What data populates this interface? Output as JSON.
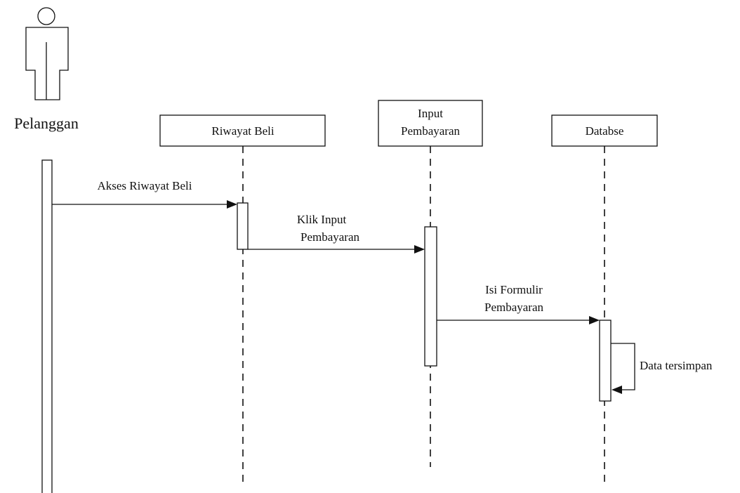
{
  "actor": {
    "name": "Pelanggan",
    "icon": "person-icon"
  },
  "lifelines": [
    {
      "id": "riwayat-beli",
      "label_lines": [
        "Riwayat Beli"
      ]
    },
    {
      "id": "input-pembayaran",
      "label_lines": [
        "Input",
        "Pembayaran"
      ]
    },
    {
      "id": "databse",
      "label_lines": [
        "Databse"
      ]
    }
  ],
  "messages": [
    {
      "id": "akses-riwayat-beli",
      "label_lines": [
        "Akses Riwayat Beli"
      ]
    },
    {
      "id": "klik-input-pembayaran",
      "label_lines": [
        "Klik Input",
        "Pembayaran"
      ]
    },
    {
      "id": "isi-formulir-pembayaran",
      "label_lines": [
        "Isi Formulir",
        "Pembayaran"
      ]
    },
    {
      "id": "data-tersimpan",
      "label_lines": [
        "Data tersimpan"
      ]
    }
  ],
  "colors": {
    "stroke": "#111111",
    "background": "#ffffff"
  }
}
